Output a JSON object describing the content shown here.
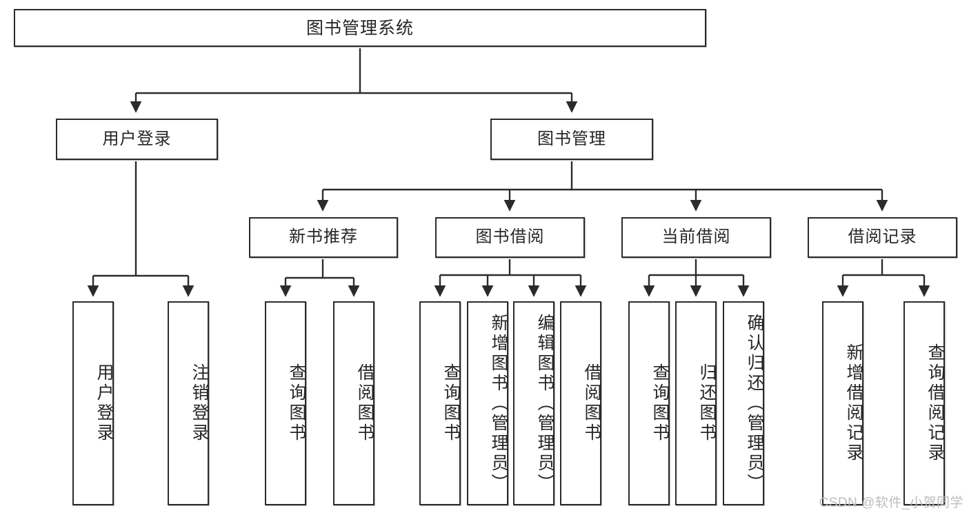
{
  "diagram": {
    "title": "图书管理系统",
    "watermark": "CSDN @软件_小贺同学",
    "colors": {
      "border": "#2b2b2b",
      "background": "#ffffff",
      "text": "#262626",
      "watermark": "#bdbdbd"
    },
    "root": {
      "label": "图书管理系统"
    },
    "level2": [
      {
        "label": "用户登录"
      },
      {
        "label": "图书管理"
      }
    ],
    "level3": [
      {
        "label": "新书推荐"
      },
      {
        "label": "图书借阅"
      },
      {
        "label": "当前借阅"
      },
      {
        "label": "借阅记录"
      }
    ],
    "leaves": {
      "user_login": [
        {
          "label": "用户登录"
        },
        {
          "label": "注销登录"
        }
      ],
      "new_book_recommend": [
        {
          "label": "查询图书"
        },
        {
          "label": "借阅图书"
        }
      ],
      "book_borrow": [
        {
          "label": "查询图书"
        },
        {
          "label": "新增图书（管理员）"
        },
        {
          "label": "编辑图书（管理员）"
        },
        {
          "label": "借阅图书"
        }
      ],
      "current_borrow": [
        {
          "label": "查询图书"
        },
        {
          "label": "归还图书"
        },
        {
          "label": "确认归还（管理员）"
        }
      ],
      "borrow_record": [
        {
          "label": "新增借阅记录"
        },
        {
          "label": "查询借阅记录"
        }
      ]
    }
  }
}
